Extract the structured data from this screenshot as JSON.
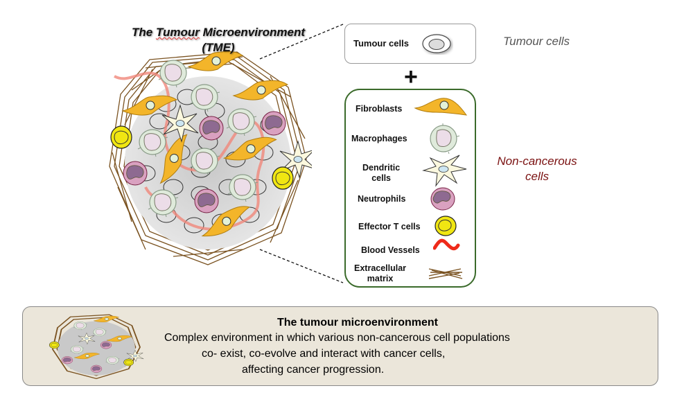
{
  "figure": {
    "main_title_line1_part1": "The ",
    "main_title_line1_squiggle": "Tumour",
    "main_title_line1_part2": " Microenvironment",
    "main_title_line2": "(TME)"
  },
  "tumour_box": {
    "label": "Tumour cells",
    "icon": "tumour-cell-icon",
    "side_label": "Tumour cells"
  },
  "plus_sign": "+",
  "legend": {
    "items": [
      {
        "label": "Fibroblasts",
        "icon": "fibroblast-icon"
      },
      {
        "label": "Macrophages",
        "icon": "macrophage-icon"
      },
      {
        "label_line1": "Dendritic",
        "label_line2": "cells",
        "icon": "dendritic-cell-icon"
      },
      {
        "label": "Neutrophils",
        "icon": "neutrophil-icon"
      },
      {
        "label": "Effector T cells",
        "icon": "effector-t-cell-icon"
      },
      {
        "label": "Blood Vessels",
        "icon": "blood-vessel-icon"
      },
      {
        "label_line1": "Extracellular",
        "label_line2": "matrix",
        "icon": "extracellular-matrix-icon"
      }
    ],
    "side_label_line1": "Non-cancerous",
    "side_label_line2": "cells"
  },
  "summary": {
    "title": "The tumour microenvironment",
    "lines": [
      "Complex environment in which various non-cancerous cell populations",
      "co- exist, co-evolve and interact with cancer cells,",
      "affecting cancer progression."
    ]
  },
  "colors": {
    "fibroblast": "#f3b52a",
    "macrophage_outer": "#dfeadb",
    "macrophage_inner": "#ecdde8",
    "dendritic": "#fbf8de",
    "neutrophil_outer": "#d9a1c0",
    "neutrophil_inner": "#8e6a91",
    "t_cell": "#f0e612",
    "blood_vessel": "#ee2a1a",
    "matrix": "#7a5220",
    "legend_border": "#3a6a2a",
    "non_cancerous_text": "#7a1010",
    "summary_bg": "#ebe6da"
  }
}
